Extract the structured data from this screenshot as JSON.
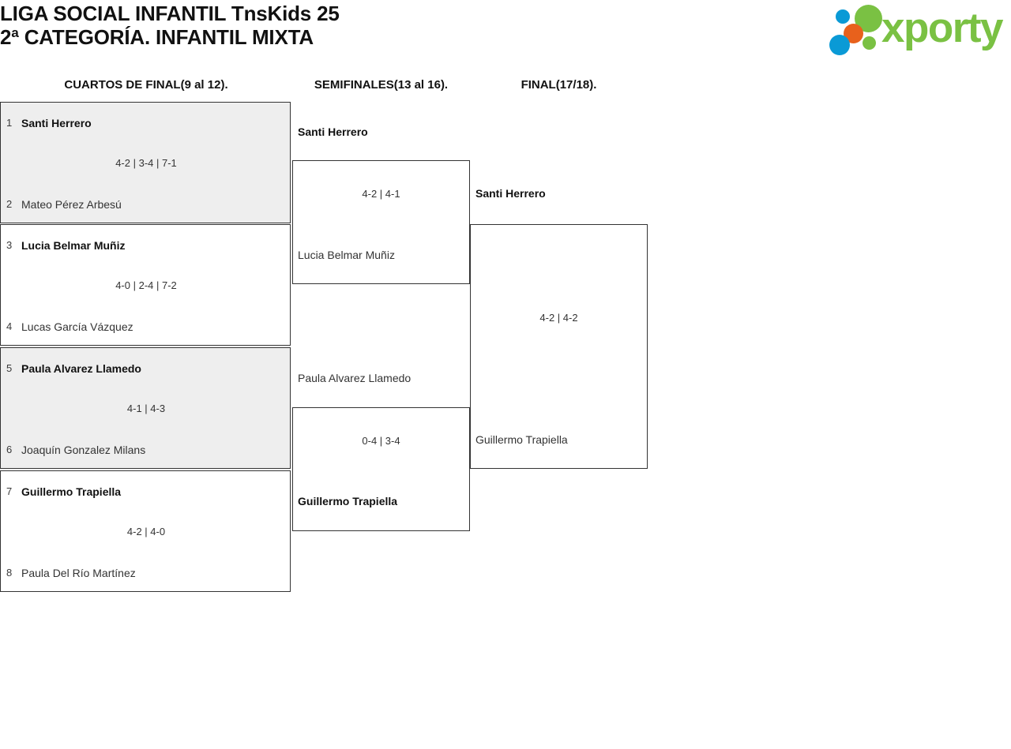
{
  "header": {
    "title_line1": "LIGA SOCIAL INFANTIL TnsKids 25",
    "title_line2": "2ª CATEGORÍA. INFANTIL MIXTA",
    "logo_text": "xporty",
    "logo_colors": {
      "blue": "#0a9ad6",
      "orange": "#e8611c",
      "green": "#7ac143",
      "text_green": "#7ac143"
    }
  },
  "rounds": [
    {
      "label": "CUARTOS DE FINAL(9 al 12)."
    },
    {
      "label": "SEMIFINALES(13 al 16)."
    },
    {
      "label": "FINAL(17/18)."
    }
  ],
  "quarterfinals": [
    {
      "top": {
        "seed": "1",
        "name": "Santi Herrero",
        "winner": true
      },
      "bottom": {
        "seed": "2",
        "name": "Mateo Pérez Arbesú",
        "winner": false
      },
      "score": "4-2 | 3-4 | 7-1",
      "shaded": true
    },
    {
      "top": {
        "seed": "3",
        "name": "Lucia Belmar Muñiz",
        "winner": true
      },
      "bottom": {
        "seed": "4",
        "name": "Lucas García Vázquez",
        "winner": false
      },
      "score": "4-0 | 2-4 | 7-2",
      "shaded": false
    },
    {
      "top": {
        "seed": "5",
        "name": "Paula Alvarez Llamedo",
        "winner": true
      },
      "bottom": {
        "seed": "6",
        "name": "Joaquín Gonzalez Milans",
        "winner": false
      },
      "score": "4-1 | 4-3",
      "shaded": true
    },
    {
      "top": {
        "seed": "7",
        "name": "Guillermo Trapiella",
        "winner": true
      },
      "bottom": {
        "seed": "8",
        "name": "Paula Del Río Martínez",
        "winner": false
      },
      "score": "4-2 | 4-0",
      "shaded": false
    }
  ],
  "semifinals": [
    {
      "top": {
        "name": "Santi Herrero",
        "winner": true
      },
      "bottom": {
        "name": "Lucia Belmar Muñiz",
        "winner": false
      },
      "score": "4-2 | 4-1"
    },
    {
      "top": {
        "name": "Paula Alvarez Llamedo",
        "winner": false
      },
      "bottom": {
        "name": "Guillermo Trapiella",
        "winner": true
      },
      "score": "0-4 | 3-4"
    }
  ],
  "final": {
    "top": {
      "name": "Santi Herrero",
      "winner": true
    },
    "bottom": {
      "name": "Guillermo Trapiella",
      "winner": false
    },
    "score": "4-2 | 4-2"
  }
}
